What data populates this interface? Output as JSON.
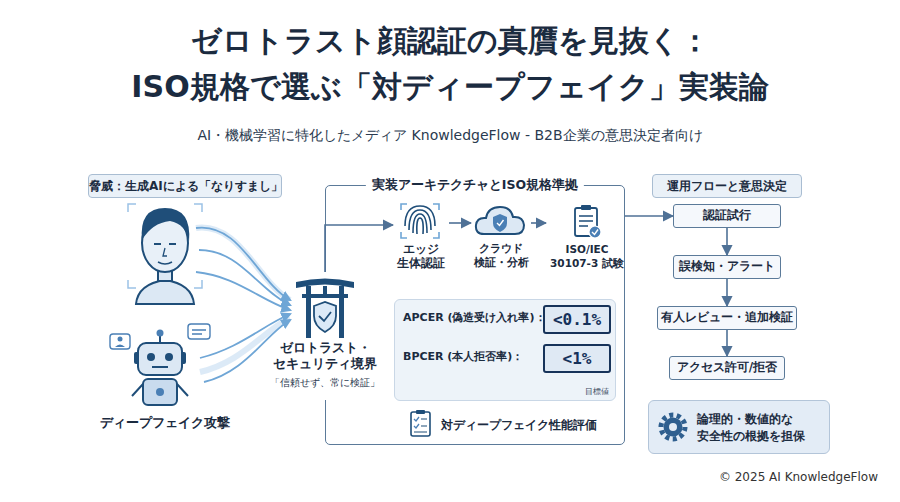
{
  "diagram": {
    "title": "ゼロトラスト顔認証の真贋を見抜く： ISO規格で選ぶ「対ディープフェイク」実装論",
    "nodes": [
      {
        "text": [
          "脅威：生成AIによる「なりすまし」"
        ]
      },
      {
        "text": [
          "ゼロトラスト・ セキュリティ境界",
          "「信頼せず、常に検証」"
        ]
      },
      {
        "text": [
          "実装アーキテクチャとISO規格準拠"
        ]
      },
      {
        "text": [
          "エッジ 生体認証"
        ],
        "in": 2
      },
      {
        "text": [
          "クラウド 検証・分析"
        ],
        "in": 2
      },
      {
        "text": [
          "ISO/IEC 30107-3 試験"
        ],
        "in": 2
      },
      {
        "text": [
          "APCER (偽造受け入れ率)：",
          "BPCER (本人拒否率)：",
          "目標値"
        ],
        "in": 2
      },
      {
        "text": [
          "<0.1%"
        ],
        "in": 6
      },
      {
        "text": [
          "<1%"
        ],
        "in": 6
      },
      {
        "text": [
          "対ディープフェイク性能評価"
        ],
        "in": 2
      },
      {
        "text": [
          "運用フローと意思決定"
        ]
      },
      {
        "text": [
          "認証試行"
        ]
      },
      {
        "text": [
          "誤検知・アラート"
        ]
      },
      {
        "text": [
          "有人レビュー・追加検証"
        ]
      },
      {
        "text": [
          "アクセス許可/拒否"
        ]
      },
      {
        "text": [
          "論理的・数値的な 安全性の根拠を担保"
        ]
      }
    ],
    "edges": [
      {
        "from": 1,
        "to": 3,
        "arrow": "to"
      },
      {
        "from": 3,
        "to": 4,
        "arrow": "to"
      },
      {
        "from": 4,
        "to": 5,
        "arrow": "to"
      },
      {
        "from": 2,
        "to": 11,
        "arrow": "to"
      },
      {
        "from": 11,
        "to": 12,
        "arrow": "to"
      },
      {
        "from": 12,
        "to": 13,
        "arrow": "to"
      },
      {
        "from": 13,
        "to": 14,
        "arrow": "to"
      }
    ],
    "labels": [
      "AI・機械学習に特化したメディア KnowledgeFlow - B2B企業の意思決定者向け",
      "ディープフェイク攻撃",
      "© 2025 AI KnowledgeFlow"
    ]
  }
}
